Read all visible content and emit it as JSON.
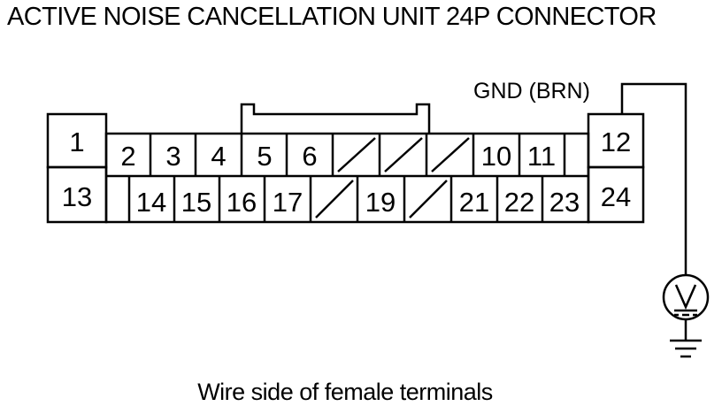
{
  "title": "ACTIVE NOISE CANCELLATION UNIT 24P CONNECTOR",
  "caption": "Wire side of female terminals",
  "gnd_label": "GND (BRN)",
  "terminals": {
    "t1": "1",
    "t2": "2",
    "t3": "3",
    "t4": "4",
    "t5": "5",
    "t6": "6",
    "t10": "10",
    "t11": "11",
    "t12": "12",
    "t13": "13",
    "t14": "14",
    "t15": "15",
    "t16": "16",
    "t17": "17",
    "t19": "19",
    "t21": "21",
    "t22": "22",
    "t23": "23",
    "t24": "24"
  },
  "meter": {
    "icon": "dc-voltmeter-icon",
    "symbol": "V"
  },
  "ground": {
    "icon": "ground-icon"
  }
}
